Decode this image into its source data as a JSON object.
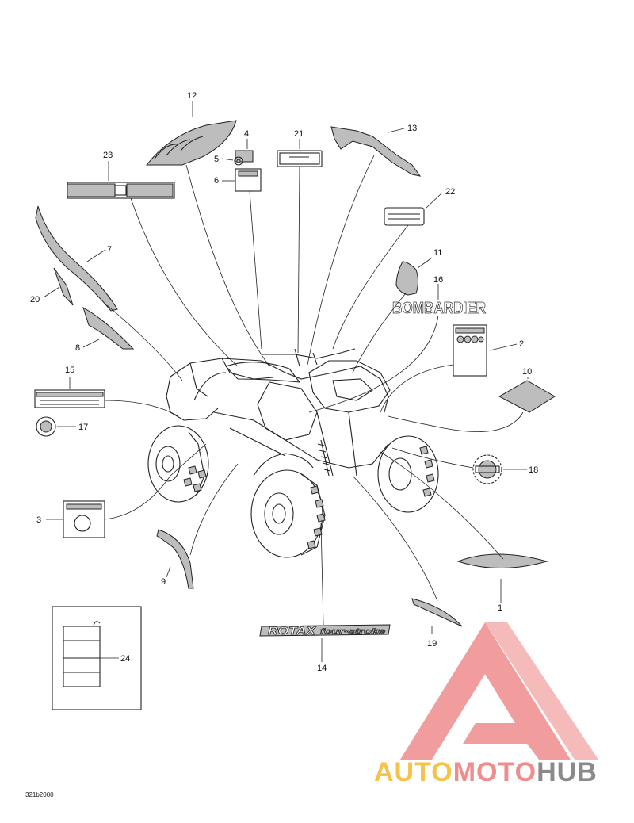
{
  "callouts": [
    "1",
    "2",
    "3",
    "4",
    "5",
    "6",
    "7",
    "8",
    "9",
    "10",
    "11",
    "12",
    "13",
    "14",
    "15",
    "16",
    "17",
    "18",
    "19",
    "20",
    "21",
    "22",
    "23",
    "24"
  ],
  "decals": {
    "bombardier": "BOMBARDIER",
    "rotax": "ROTAX",
    "rotax_sub": "four-stroke"
  },
  "figure_ref": "321b2000",
  "watermark": {
    "part1": "AUTO",
    "part2": "MOTO",
    "part3": "HUB",
    "colors": {
      "logo": "#f08c8c",
      "auto": "#f5c24a",
      "moto": "#f08c8c",
      "hub": "#8a8a8a"
    }
  }
}
